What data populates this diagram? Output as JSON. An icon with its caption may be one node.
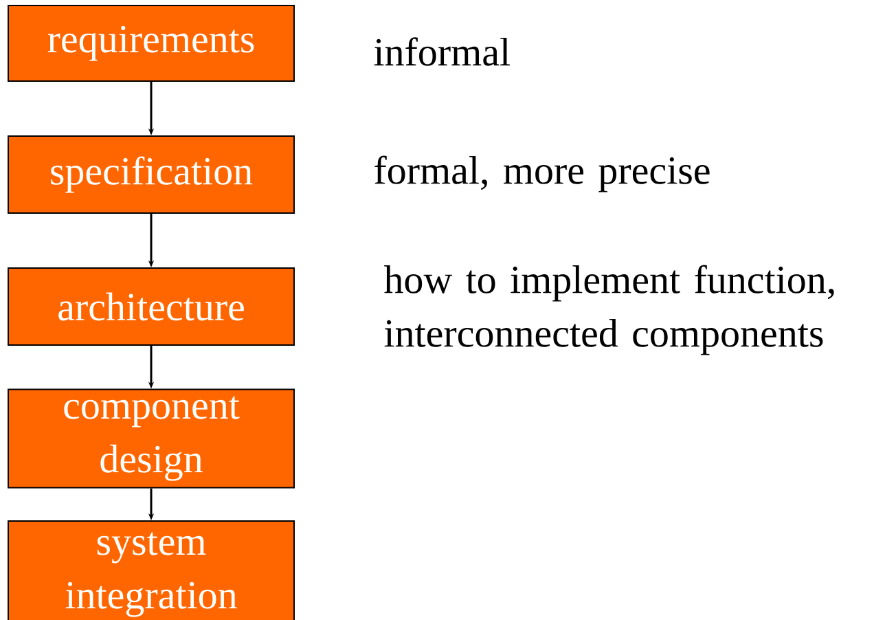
{
  "diagram": {
    "nodes": [
      {
        "text": [
          "requirements"
        ],
        "beside": [
          "informal"
        ]
      },
      {
        "text": [
          "specification"
        ],
        "beside": [
          "formal, more precise"
        ]
      },
      {
        "text": [
          "architecture"
        ],
        "beside": [
          "how to implement function, interconnected components"
        ]
      },
      {
        "text": [
          "component design"
        ]
      },
      {
        "text": [
          "system integration"
        ]
      }
    ],
    "edges": [
      {
        "from": 0,
        "to": 1,
        "arrow": "to"
      },
      {
        "from": 1,
        "to": 2,
        "arrow": "to"
      },
      {
        "from": 2,
        "to": 3,
        "arrow": "to"
      },
      {
        "from": 3,
        "to": 4,
        "arrow": "to"
      }
    ]
  }
}
